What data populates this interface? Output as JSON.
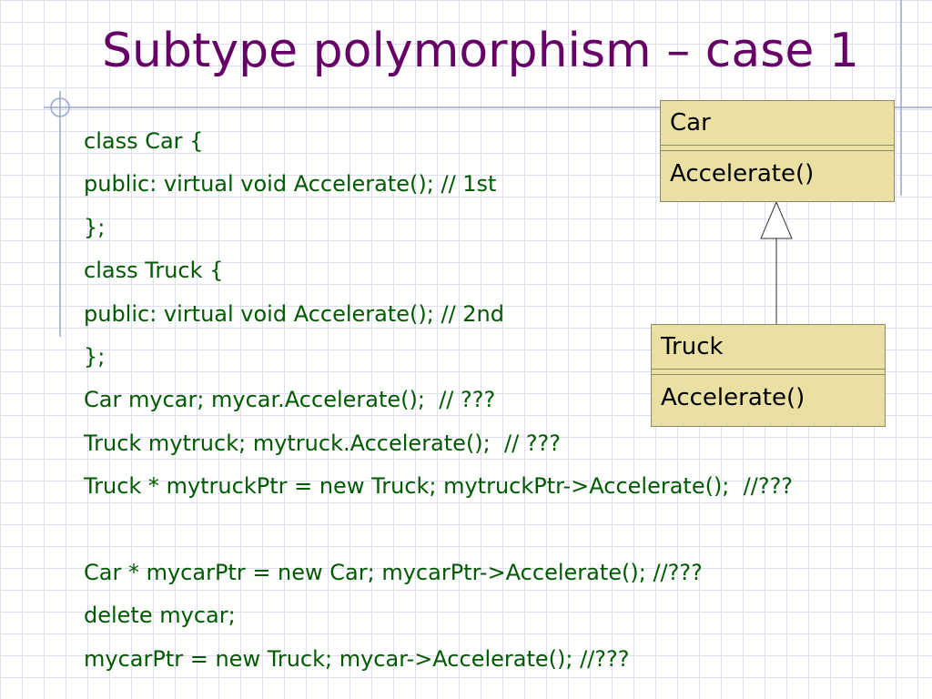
{
  "slide": {
    "title": "Subtype polymorphism – case 1"
  },
  "code_lines": [
    "class Car {",
    "public: virtual void Accelerate(); // 1st",
    "};",
    "class Truck {",
    "public: virtual void Accelerate(); // 2nd",
    "};",
    "Car mycar; mycar.Accelerate();  // ???",
    "Truck mytruck; mytruck.Accelerate();  // ???",
    "Truck * mytruckPtr = new Truck; mytruckPtr->Accelerate();  //???",
    "",
    "Car * mycarPtr = new Car; mycarPtr->Accelerate(); //???",
    "delete mycar;",
    "mycarPtr = new Truck; mycar->Accelerate(); //???"
  ],
  "uml": {
    "car": {
      "name": "Car",
      "method": "Accelerate()"
    },
    "truck": {
      "name": "Truck",
      "method": "Accelerate()"
    }
  },
  "colors": {
    "title": "#660066",
    "code": "#005a00",
    "uml_fill": "#ebe0a4",
    "grid": "#dde0ec"
  }
}
